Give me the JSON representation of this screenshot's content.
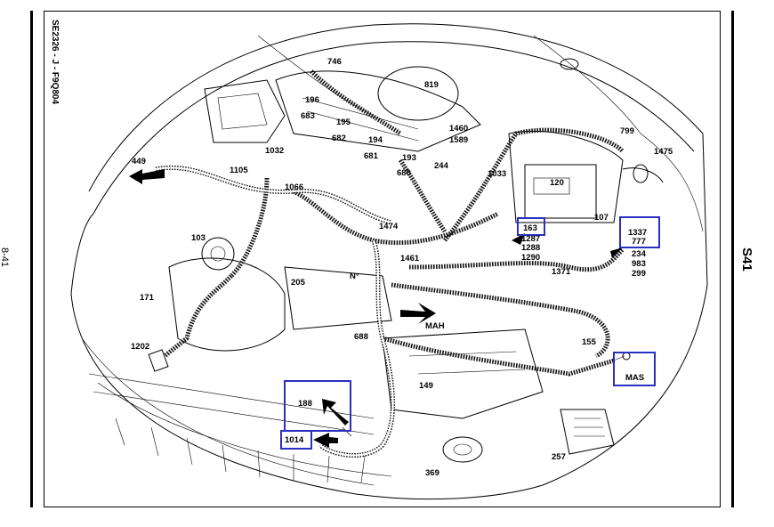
{
  "page": {
    "left_margin_label": "8-41",
    "right_margin_label": "S41",
    "reference_code": "SE2326 - J - F9Q804"
  },
  "colors": {
    "highlight_box": "#2a2fc0",
    "line": "#000000",
    "background": "#ffffff"
  },
  "labels": [
    {
      "id": "l746",
      "text": "746"
    },
    {
      "id": "l819",
      "text": "819"
    },
    {
      "id": "l196",
      "text": "196"
    },
    {
      "id": "l683",
      "text": "683"
    },
    {
      "id": "l195",
      "text": "195"
    },
    {
      "id": "l682",
      "text": "682"
    },
    {
      "id": "l194",
      "text": "194"
    },
    {
      "id": "l1032",
      "text": "1032"
    },
    {
      "id": "l681",
      "text": "681"
    },
    {
      "id": "l193",
      "text": "193"
    },
    {
      "id": "l680",
      "text": "680"
    },
    {
      "id": "l1460",
      "text": "1460"
    },
    {
      "id": "l1589",
      "text": "1589"
    },
    {
      "id": "l244",
      "text": "244"
    },
    {
      "id": "l1033",
      "text": "1033"
    },
    {
      "id": "l799",
      "text": "799"
    },
    {
      "id": "l1475",
      "text": "1475"
    },
    {
      "id": "l449",
      "text": "449"
    },
    {
      "id": "l1105",
      "text": "1105"
    },
    {
      "id": "l1066",
      "text": "1066"
    },
    {
      "id": "l120",
      "text": "120"
    },
    {
      "id": "l107",
      "text": "107"
    },
    {
      "id": "l103",
      "text": "103"
    },
    {
      "id": "l1474",
      "text": "1474"
    },
    {
      "id": "l163",
      "text": "163"
    },
    {
      "id": "l1287",
      "text": "1287"
    },
    {
      "id": "l1288",
      "text": "1288"
    },
    {
      "id": "l1290",
      "text": "1290"
    },
    {
      "id": "l1337",
      "text": "1337"
    },
    {
      "id": "l777",
      "text": "777"
    },
    {
      "id": "l234",
      "text": "234"
    },
    {
      "id": "l983",
      "text": "983"
    },
    {
      "id": "l299",
      "text": "299"
    },
    {
      "id": "l1461",
      "text": "1461"
    },
    {
      "id": "l205",
      "text": "205"
    },
    {
      "id": "lN",
      "text": "N°"
    },
    {
      "id": "l1371",
      "text": "1371"
    },
    {
      "id": "l171",
      "text": "171"
    },
    {
      "id": "lMAH",
      "text": "MAH"
    },
    {
      "id": "l688",
      "text": "688"
    },
    {
      "id": "l155",
      "text": "155"
    },
    {
      "id": "l1202",
      "text": "1202"
    },
    {
      "id": "lMAS",
      "text": "MAS"
    },
    {
      "id": "l149",
      "text": "149"
    },
    {
      "id": "l188",
      "text": "188"
    },
    {
      "id": "l1014",
      "text": "1014"
    },
    {
      "id": "l257",
      "text": "257"
    },
    {
      "id": "l369",
      "text": "369"
    }
  ]
}
